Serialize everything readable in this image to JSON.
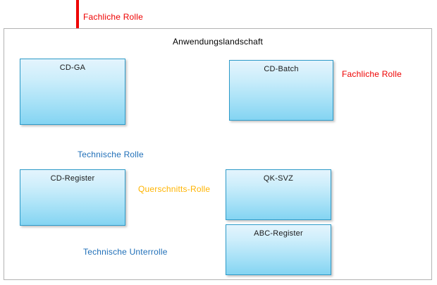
{
  "diagram": {
    "title": "Anwendungslandschaft",
    "boundary_label": "Anwendungslandschaft",
    "nodes": [
      {
        "id": "cd-ga",
        "label": "CD-GA"
      },
      {
        "id": "cd-batch",
        "label": "CD-Batch"
      },
      {
        "id": "cd-register",
        "label": "CD-Register"
      },
      {
        "id": "qk-svz",
        "label": "QK-SVZ"
      },
      {
        "id": "abc-register",
        "label": "ABC-Register"
      }
    ],
    "edges": [
      {
        "id": "fachliche-rolle-top",
        "label": "Fachliche Rolle",
        "color": "#ee0000",
        "from": "external-top",
        "to": "cd-ga",
        "direction": "down"
      },
      {
        "id": "fachliche-rolle-right",
        "label": "Fachliche Rolle",
        "color": "#ee0000",
        "from": "external-right",
        "to": "cd-batch",
        "direction": "left"
      },
      {
        "id": "technische-rolle",
        "label": "Technische Rolle",
        "color": "#1f6fb8",
        "from": "cd-batch",
        "to": "cd-register",
        "direction": "down"
      },
      {
        "id": "querschnitts-rolle",
        "label": "Querschnitts-Rolle",
        "color": "#ffb400",
        "from": "cd-register",
        "to": "qk-svz",
        "direction": "right"
      },
      {
        "id": "technische-unterrolle",
        "label": "Technische Unterrolle",
        "color": "#1f6fb8",
        "from": "cd-register",
        "to": "abc-register",
        "direction": "right"
      }
    ],
    "colors": {
      "node_border": "#2e9bc9",
      "node_fill_top": "#e4f4fd",
      "node_fill_bottom": "#84d4f2",
      "boundary_border": "#b3b3b3",
      "red": "#ee0000",
      "blue": "#1f6fb8",
      "orange": "#ffb400",
      "background": "#ffffff"
    }
  }
}
